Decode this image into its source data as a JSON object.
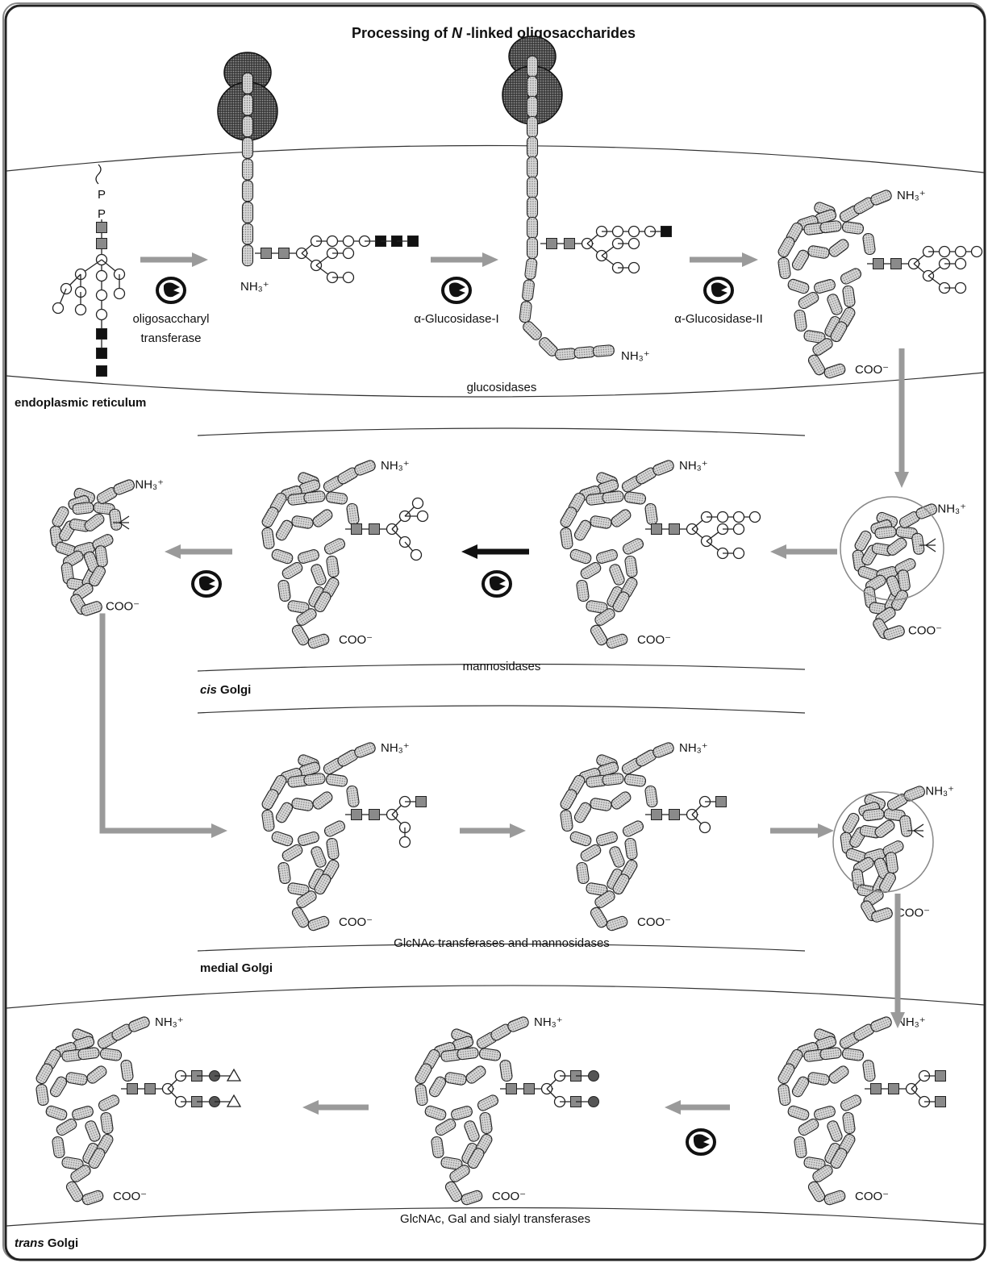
{
  "title": {
    "prefix": "Processing of ",
    "italic": "N",
    "suffix": " -linked oligosaccharides"
  },
  "compartments": {
    "er": "endoplasmic reticulum",
    "cis_italic": "cis",
    "cis_rest": " Golgi",
    "medial": "medial Golgi",
    "trans_italic": "trans",
    "trans_rest": " Golgi"
  },
  "enzyme_groups": {
    "glucosidases": "glucosidases",
    "mannosidases": "mannosidases",
    "medial": "GlcNAc transferases and mannosidases",
    "trans": "GlcNAc, Gal and sialyl transferases"
  },
  "enzymes": {
    "ost_line1": "oligosaccharyl",
    "ost_line2": "transferase",
    "glucosidase1": "α-Glucosidase-I",
    "glucosidase2": "α-Glucosidase-II"
  },
  "labels": {
    "n_term": "NH₃⁺",
    "c_term": "COO⁻",
    "p": "P"
  },
  "colors": {
    "arrow": "#9a9a9a",
    "arrow_dark": "#111111",
    "ribosome": "#555555",
    "residue": "#bdbdbd",
    "glucose": "#111111",
    "glcnac": "#8a8a8a",
    "line": "#222222"
  }
}
